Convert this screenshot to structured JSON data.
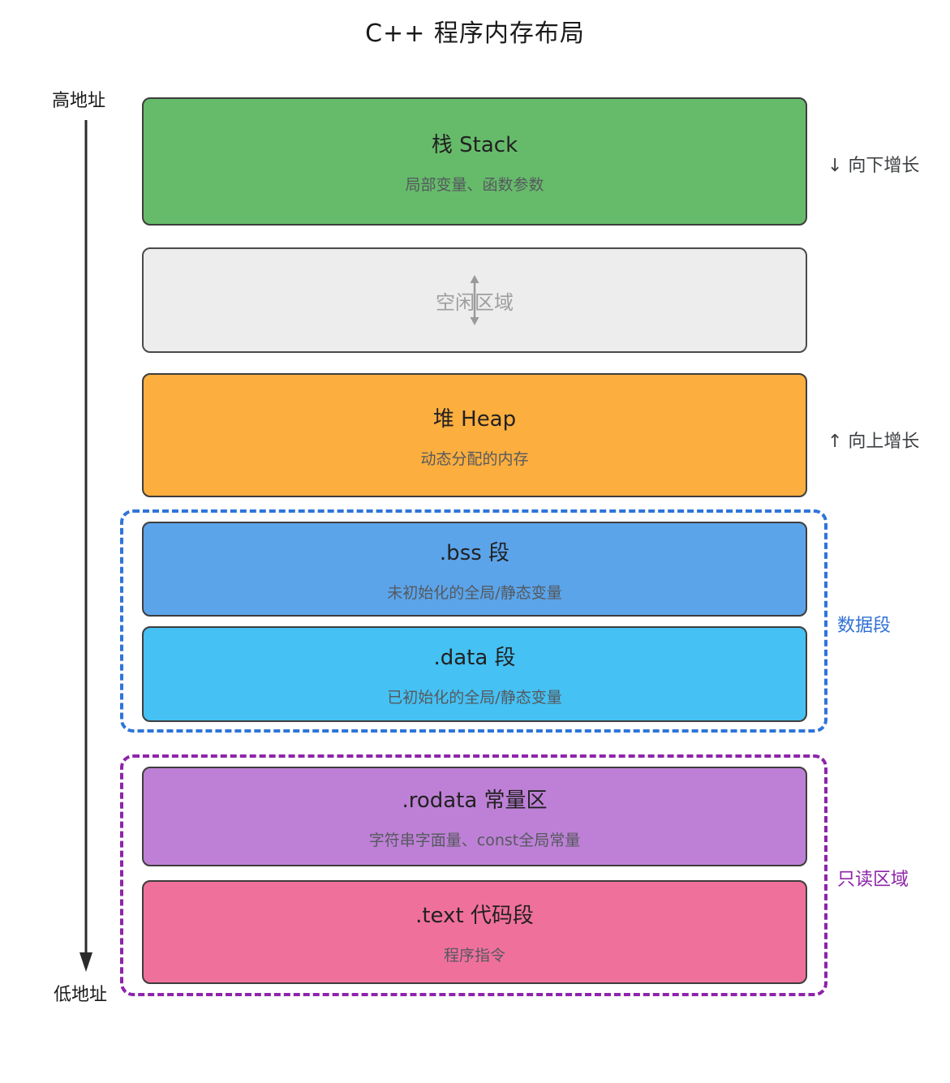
{
  "title": "C++ 程序内存布局",
  "axis": {
    "high_label": "高地址",
    "low_label": "低地址"
  },
  "blocks": {
    "stack": {
      "title": "栈 Stack",
      "subtitle": "局部变量、函数参数"
    },
    "free": {
      "title": "空闲区域"
    },
    "heap": {
      "title": "堆 Heap",
      "subtitle": "动态分配的内存"
    },
    "bss": {
      "title": ".bss 段",
      "subtitle": "未初始化的全局/静态变量"
    },
    "data": {
      "title": ".data 段",
      "subtitle": "已初始化的全局/静态变量"
    },
    "rodata": {
      "title": ".rodata 常量区",
      "subtitle": "字符串字面量、const全局常量"
    },
    "text": {
      "title": ".text 代码段",
      "subtitle": "程序指令"
    }
  },
  "annotations": {
    "stack_growth": "↓ 向下增长",
    "heap_growth": "↑ 向上增长",
    "data_segment": "数据段",
    "readonly_region": "只读区域"
  },
  "colors": {
    "stack_fill": "#66bb6a",
    "free_fill": "#ededed",
    "heap_fill": "#fcae3e",
    "bss_fill": "#5ba4ea",
    "data_fill": "#45c1f3",
    "rodata_fill": "#be80d6",
    "text_fill": "#f0709c",
    "block_border": "#3d3d3d",
    "data_group_border": "#2e75d9",
    "readonly_group_border": "#8e24aa",
    "data_label_color": "#2e6fd4",
    "readonly_label_color": "#8e24aa"
  }
}
